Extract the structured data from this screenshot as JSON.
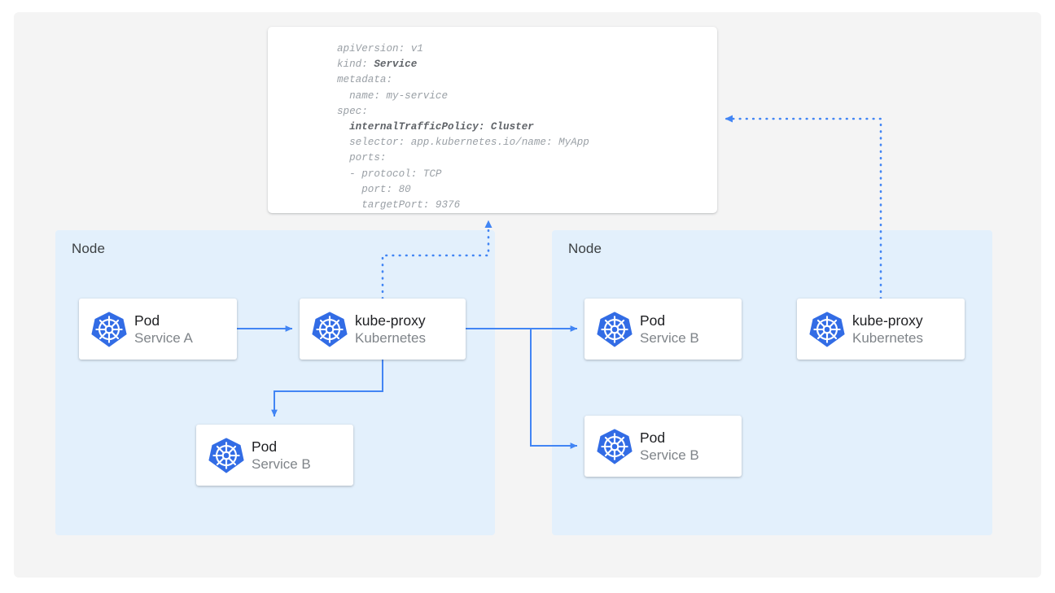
{
  "theme": {
    "page_background": "#ffffff",
    "panel_background": "#f4f4f4",
    "node_background": "#e3f0fc",
    "card_background": "#ffffff",
    "accent_blue": "#4285f4",
    "k8s_blue": "#326ce5",
    "title_text": "#202124",
    "muted_text": "#7f8489",
    "code_text": "#9aa0a6",
    "code_bold_text": "#5f6368"
  },
  "yaml_card": {
    "name": "service-manifest",
    "lines": [
      {
        "text": "apiVersion: v1",
        "bold": false
      },
      {
        "text": "kind: ",
        "bold_suffix": "Service"
      },
      {
        "text": "metadata:",
        "bold": false
      },
      {
        "text": "  name: my-service",
        "bold": false
      },
      {
        "text": "spec:",
        "bold": false
      },
      {
        "text": "  internalTrafficPolicy: Cluster",
        "bold": true
      },
      {
        "text": "  selector: app.kubernetes.io/name: MyApp",
        "bold": false
      },
      {
        "text": "  ports:",
        "bold": false
      },
      {
        "text": "  - protocol: TCP",
        "bold": false
      },
      {
        "text": "    port: 80",
        "bold": false
      },
      {
        "text": "    targetPort: 9376",
        "bold": false
      }
    ],
    "plain_text": "apiVersion: v1\nkind: Service\nmetadata:\n  name: my-service\nspec:\n  internalTrafficPolicy: Cluster\n  selector: app.kubernetes.io/name: MyApp\n  ports:\n  - protocol: TCP\n    port: 80\n    targetPort: 9376"
  },
  "nodes": [
    {
      "id": "node-left",
      "label": "Node"
    },
    {
      "id": "node-right",
      "label": "Node"
    }
  ],
  "cards": {
    "pod_a": {
      "title": "Pod",
      "subtitle": "Service A",
      "icon": "kubernetes-icon"
    },
    "kube_proxy_1": {
      "title": "kube-proxy",
      "subtitle": "Kubernetes",
      "icon": "kubernetes-icon"
    },
    "pod_b_local": {
      "title": "Pod",
      "subtitle": "Service B",
      "icon": "kubernetes-icon"
    },
    "pod_b_1": {
      "title": "Pod",
      "subtitle": "Service B",
      "icon": "kubernetes-icon"
    },
    "pod_b_2": {
      "title": "Pod",
      "subtitle": "Service B",
      "icon": "kubernetes-icon"
    },
    "kube_proxy_2": {
      "title": "kube-proxy",
      "subtitle": "Kubernetes",
      "icon": "kubernetes-icon"
    }
  },
  "connections": [
    {
      "from": "pod_a",
      "to": "kube_proxy_1",
      "style": "solid",
      "arrow": true
    },
    {
      "from": "kube_proxy_1",
      "to": "pod_b_local",
      "style": "solid",
      "arrow": true
    },
    {
      "from": "kube_proxy_1",
      "to": "pod_b_1",
      "style": "solid",
      "arrow": true
    },
    {
      "from": "kube_proxy_1",
      "to": "pod_b_2",
      "style": "solid",
      "arrow": true
    },
    {
      "from": "kube_proxy_1",
      "to": "service-manifest",
      "style": "dotted",
      "arrow": true
    },
    {
      "from": "kube_proxy_2",
      "to": "service-manifest",
      "style": "dotted",
      "arrow": true
    }
  ]
}
